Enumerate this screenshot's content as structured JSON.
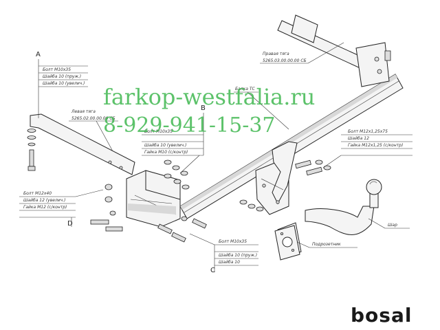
{
  "labels": {
    "A": "A",
    "B": "B",
    "C": "C",
    "D": "D"
  },
  "callouts": {
    "a_list": [
      "Болт М10х35",
      "Шайба 10 (пруж.)",
      "Шайба 10 (увелич.)"
    ],
    "left_bar": [
      "Левая тяга",
      "5265.02.00.00.00 СБ"
    ],
    "right_bar": [
      "Правая тяга",
      "5265.03.00.00.00 СБ"
    ],
    "beam": "Балка ТС",
    "b_list": [
      "Болт М10х35",
      "Шайба 10 (увелич.)",
      "Гайка М10 (с/контр)"
    ],
    "right_list": [
      "Болт М12х1,25х75",
      "Шайба 12",
      "Гайка М12х1,25 (с/контр)"
    ],
    "d_list": [
      "Болт М12х40",
      "Шайба 12 (увелич.)",
      "Гайка М12 (с/контр)"
    ],
    "c_list": [
      "Болт М10х35",
      "Шайба 10 (пруж.)",
      "Шайба 10"
    ],
    "ball": "Шар",
    "plate": "Подрозетник"
  },
  "watermark": {
    "site": "farkop-westfalia.ru",
    "phone": "8-929-941-15-37"
  },
  "brand": "bosal"
}
